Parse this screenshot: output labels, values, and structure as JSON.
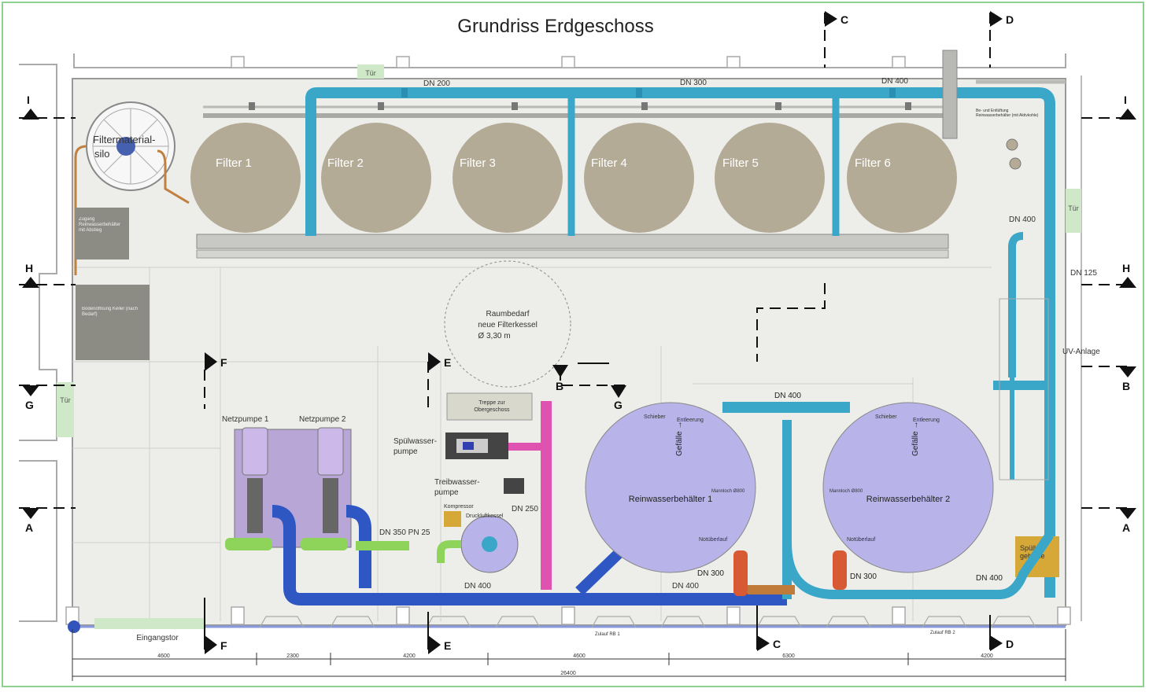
{
  "title": "Grundriss Erdgeschoss",
  "filters": [
    "Filter 1",
    "Filter 2",
    "Filter 3",
    "Filter 4",
    "Filter 5",
    "Filter 6"
  ],
  "pipe_labels": {
    "dn200": "DN 200",
    "dn300": "DN 300",
    "dn400": "DN 400",
    "dn350": "DN 350 PN 25",
    "dn250": "DN 250",
    "dn125": "DN 125"
  },
  "silo": {
    "line1": "Filtermaterial-",
    "line2": "silo"
  },
  "rooms": {
    "zugang": "Zugang Reinwasserbehälter mit Abstieg",
    "bodenoeffnung": "Bodenöffnung Keller (nach Bedarf)",
    "raumbedarf1": "Raumbedarf",
    "raumbedarf2": "neue Filterkessel",
    "raumbedarf3": "Ø 3,30 m",
    "treppe": "Treppe zur Obergeschoss",
    "beentlueftung": "Be- und Entlüftung Reinwasserbehälter (mit Aktivkohle)",
    "uv": "UV-Anlage",
    "spuelluft": "Spülluft-gebläse",
    "eingangstor": "Eingangstor",
    "tuer": "Tür"
  },
  "equipment": {
    "netzpumpe1": "Netzpumpe 1",
    "netzpumpe2": "Netzpumpe 2",
    "spuelwasser": "Spülwasser-",
    "spuelwasser2": "pumpe",
    "treibwasser": "Treibwasser-",
    "treibwasser2": "pumpe",
    "kompressor": "Kompressor",
    "druckluft": "Druckluftkessel",
    "rwb1": "Reinwasserbehälter 1",
    "rwb2": "Reinwasserbehälter 2",
    "gefaelle": "Gefälle →",
    "schieber": "Schieber",
    "entleerung": "Entleerung",
    "mannloch": "Mannloch Ø800",
    "notueberlauf": "Notüberlauf",
    "zulauf1": "Zulauf RB 1",
    "zulauf2": "Zulauf RB 2"
  },
  "sections": {
    "A": "A",
    "B": "B",
    "C": "C",
    "D": "D",
    "E": "E",
    "F": "F",
    "G": "G",
    "H": "H",
    "I": "I"
  },
  "dimensions": [
    "4600",
    "2300",
    "4200",
    "4600",
    "6300",
    "4200",
    "26400"
  ],
  "colors": {
    "filter": "#b4ab96",
    "tank": "#b8b3e8",
    "pipe_cyan": "#3aa7c9",
    "pipe_blue": "#2f57c4",
    "pipe_magenta": "#e052b0",
    "pump": "#b7a6d6",
    "motor": "#cdb8ea",
    "green": "#8fd45a",
    "orange": "#d85a34",
    "floor": "#ebebe7",
    "room_grey": "#8c8c84",
    "door_green": "#cfe9c8",
    "border_green": "#8fd18f"
  }
}
